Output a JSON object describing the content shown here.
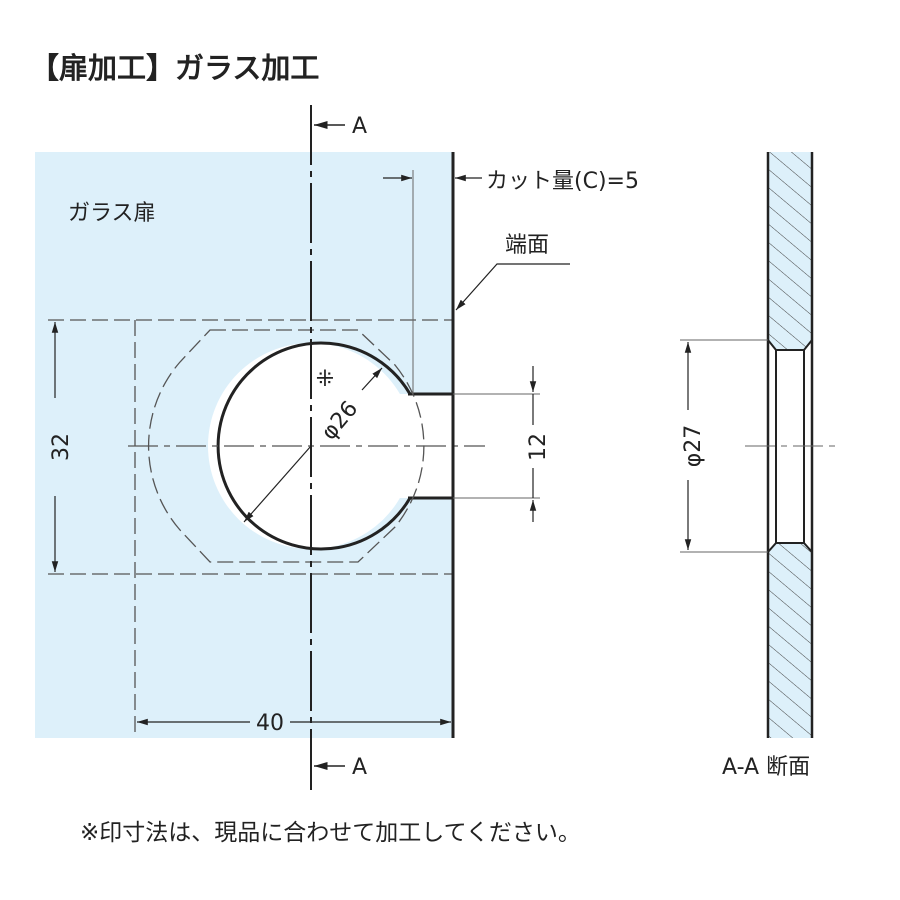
{
  "title": "【扉加工】ガラス加工",
  "labels": {
    "glass_door": "ガラス扉",
    "cut_amount": "カット量(C)=5",
    "end_face": "端面",
    "section_mark_top": "A",
    "section_mark_bottom": "A",
    "section_title": "A-A 断面",
    "reference_mark": "⁜"
  },
  "dimensions": {
    "height": "32",
    "width": "40",
    "slot": "12",
    "hole_diameter": "φ26",
    "section_diameter": "φ27"
  },
  "note": "※印寸法は、現品に合わせて加工してください。",
  "colors": {
    "glass": "#ddf0fa",
    "line": "#222222",
    "thin": "#666666"
  }
}
